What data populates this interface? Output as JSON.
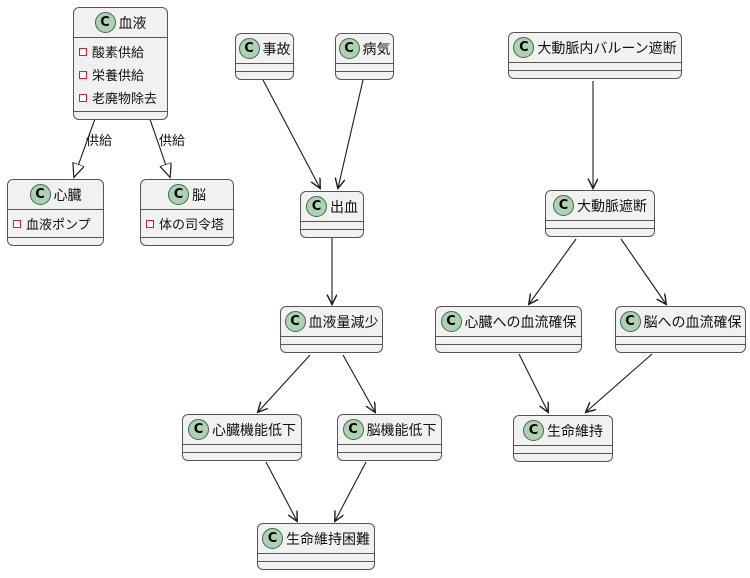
{
  "diagram": {
    "stereotype_letter": "C",
    "edge_label": "供給",
    "colors": {
      "node_background": "#F1F1F1",
      "node_border": "#565656",
      "circle_fill": "#ADD1B2",
      "circle_border": "#3D6B44",
      "field_marker": "#C82930",
      "arrow": "#1B1B1B",
      "text": "#111111"
    },
    "nodes": {
      "blood": {
        "title": "血液",
        "fields": [
          "酸素供給",
          "栄養供給",
          "老廃物除去"
        ]
      },
      "heart": {
        "title": "心臓",
        "fields": [
          "血液ポンプ"
        ]
      },
      "brain": {
        "title": "脳",
        "fields": [
          "体の司令塔"
        ]
      },
      "accident": {
        "title": "事故"
      },
      "disease": {
        "title": "病気"
      },
      "bleeding": {
        "title": "出血"
      },
      "blood_loss": {
        "title": "血液量減少"
      },
      "heart_decline": {
        "title": "心臓機能低下"
      },
      "brain_decline": {
        "title": "脳機能低下"
      },
      "life_difficulty": {
        "title": "生命維持困難"
      },
      "balloon": {
        "title": "大動脈内バルーン遮断"
      },
      "aorta_block": {
        "title": "大動脈遮断"
      },
      "heart_flow": {
        "title": "心臓への血流確保"
      },
      "brain_flow": {
        "title": "脳への血流確保"
      },
      "life_maintain": {
        "title": "生命維持"
      }
    }
  }
}
